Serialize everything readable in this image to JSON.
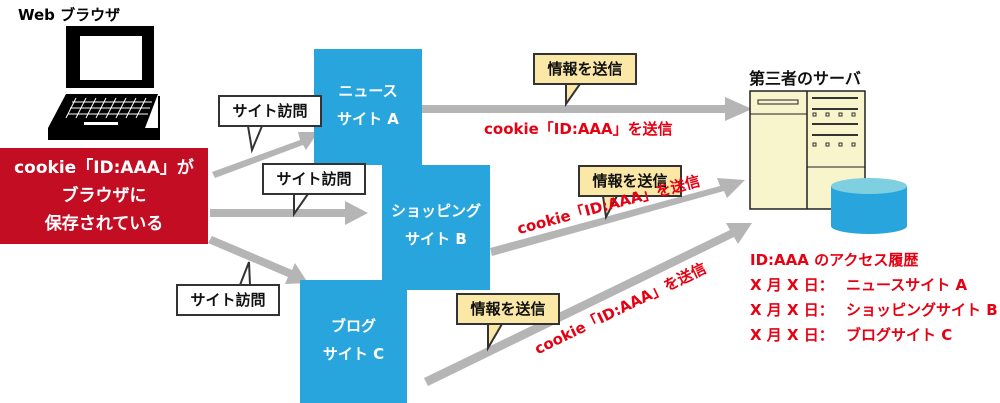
{
  "browser": {
    "title": "Web ブラウザ",
    "icon": "laptop-icon",
    "cookie_box_lines": [
      "cookie「ID:AAA」が",
      "ブラウザに",
      "保存されている"
    ]
  },
  "sites": [
    {
      "id": "A",
      "lines": [
        "ニュース",
        "サイト A"
      ],
      "visit_label": "サイト訪問"
    },
    {
      "id": "B",
      "lines": [
        "ショッピング",
        "サイト B"
      ],
      "visit_label": "サイト訪問"
    },
    {
      "id": "C",
      "lines": [
        "ブログ",
        "サイト C"
      ],
      "visit_label": "サイト訪問"
    }
  ],
  "send": {
    "callout_label": "情報を送信",
    "cookie_label": "cookie「ID:AAA」を送信"
  },
  "server": {
    "title": "第三者のサーバ",
    "icon": "server-icon",
    "db_icon": "database-icon"
  },
  "history": {
    "title": "ID:AAA のアクセス履歴",
    "rows": [
      {
        "date": "X 月 X 日：",
        "site": "ニュースサイト A"
      },
      {
        "date": "X 月 X 日：",
        "site": "ショッピングサイト B"
      },
      {
        "date": "X 月 X 日：",
        "site": "ブログサイト C"
      }
    ]
  },
  "colors": {
    "red": "#c30d23",
    "red_text": "#e60012",
    "site_blue": "#29a5de",
    "arrow_gray": "#b5b5b5",
    "callout_yellow": "#fbe7a6",
    "server_cream": "#f8f4cc",
    "db_top": "#7ecfe0"
  }
}
